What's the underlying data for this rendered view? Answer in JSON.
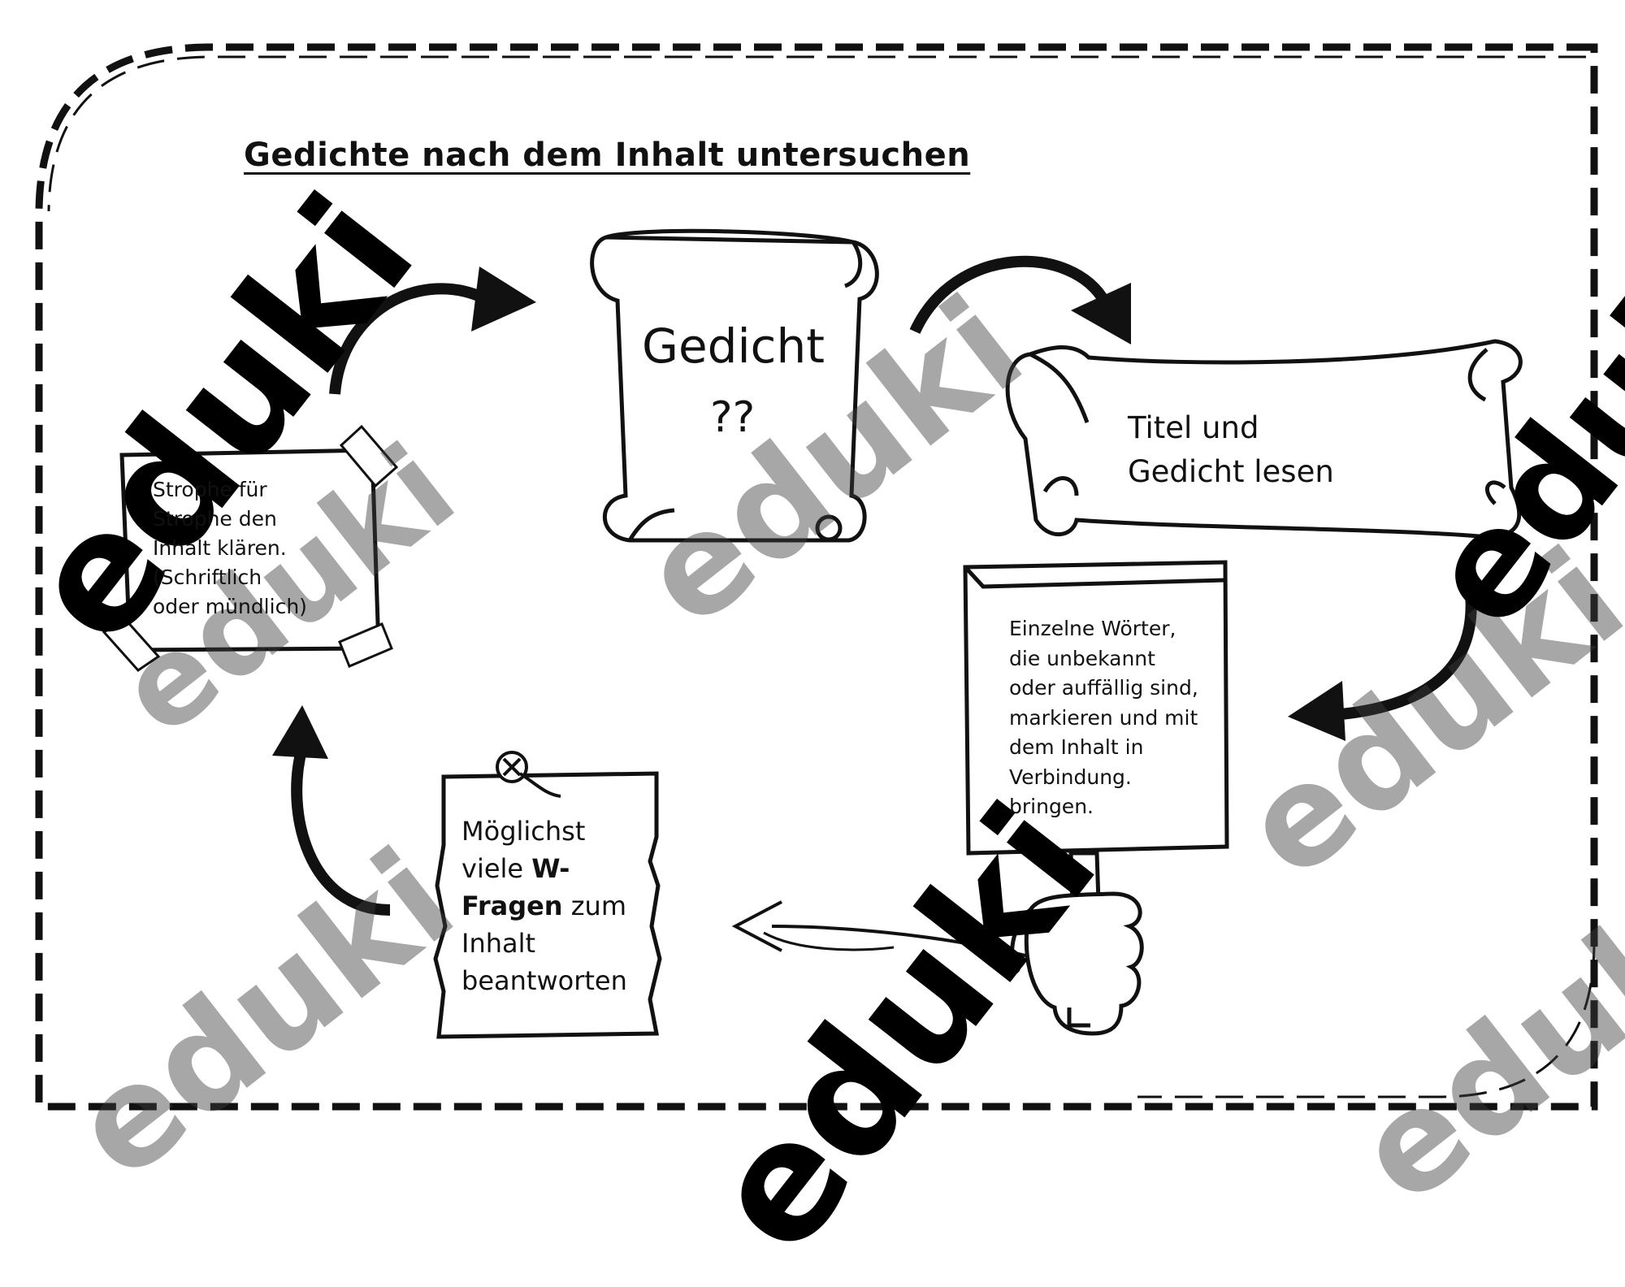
{
  "title": "Gedichte nach dem Inhalt untersuchen",
  "nodes": {
    "gedicht": {
      "word": "Gedicht",
      "mark": "??"
    },
    "titel_lesen": {
      "lines": [
        "Titel und",
        "Gedicht lesen"
      ]
    },
    "einzelne_woerter": {
      "lines": [
        "Einzelne Wörter,",
        "die unbekannt",
        "oder auffällig sind,",
        "markieren und mit",
        "dem Inhalt in",
        "Verbindung.",
        "bringen."
      ]
    },
    "w_fragen": {
      "lines": [
        "Möglichst",
        "viele",
        "W-",
        "Fragen",
        "zum",
        "Inhalt",
        "beantworten"
      ]
    },
    "strophe": {
      "lines": [
        "Strophe für",
        "Strophe den",
        "Inhalt klären.",
        "(Schriftlich",
        "oder mündlich)"
      ]
    }
  },
  "watermark": {
    "text": "eduki"
  },
  "colors": {
    "ink": "#111111",
    "watermark_gray": "#6b6b6b",
    "background": "#ffffff"
  },
  "icons": [
    "scroll-icon",
    "banner-scroll-icon",
    "sign-hand-icon",
    "pinned-paper-icon",
    "taped-note-icon",
    "curved-arrow-icon"
  ]
}
